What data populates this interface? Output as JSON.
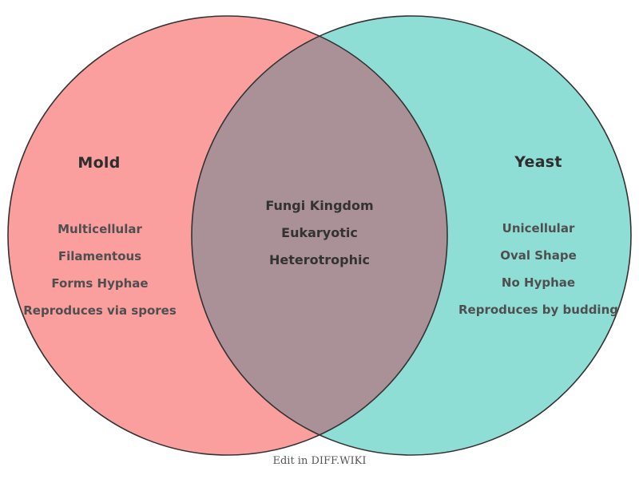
{
  "venn": {
    "left": {
      "title": "Mold",
      "items": [
        "Multicellular",
        "Filamentous",
        "Forms Hyphae",
        "Reproduces via spores"
      ],
      "fill": "#fb9e9e"
    },
    "right": {
      "title": "Yeast",
      "items": [
        "Unicellular",
        "Oval Shape",
        "No Hyphae",
        "Reproduces by budding"
      ],
      "fill": "#8eded5"
    },
    "overlap": {
      "items": [
        "Fungi Kingdom",
        "Eukaryotic",
        "Heterotrophic"
      ],
      "fill": "#aa9097"
    },
    "outline": "#333333"
  },
  "footer": {
    "caption": "Edit in DIFF.WIKI"
  }
}
